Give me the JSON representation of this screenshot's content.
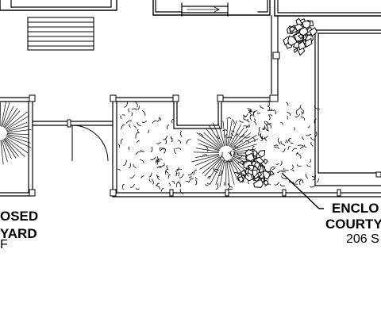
{
  "labels": {
    "left_line1": "OSED",
    "left_line2": "YARD",
    "left_line3": "F",
    "right_line1": "ENCLO",
    "right_line2": "COURTY",
    "right_line3": "206 S"
  }
}
